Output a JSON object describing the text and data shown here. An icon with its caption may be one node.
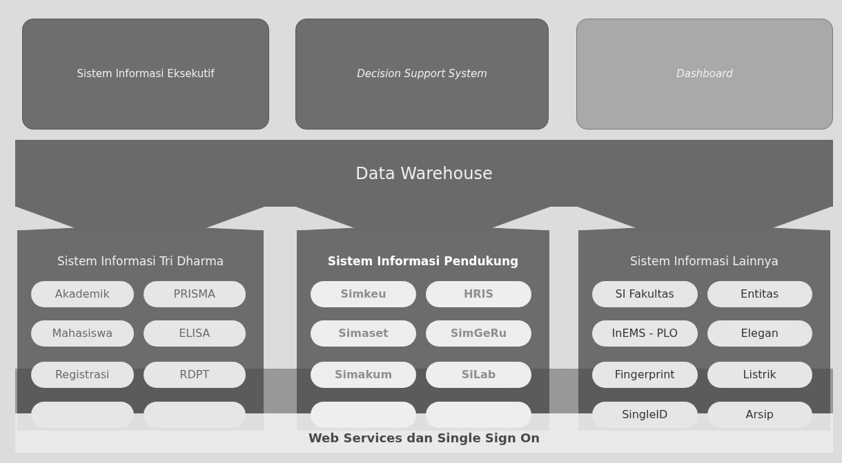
{
  "diagram": {
    "nodes": [
      {
        "text": [
          "Sistem Informasi Eksekutif"
        ]
      },
      {
        "text": [
          "Decision Support System"
        ]
      },
      {
        "text": [
          "Dashboard"
        ]
      },
      {
        "text": [
          "Data Warehouse"
        ]
      },
      {
        "text": [
          "Sistem Informasi Tri Dharma"
        ]
      },
      {
        "text": [
          "Akademik"
        ],
        "in": 4
      },
      {
        "text": [
          "PRISMA"
        ],
        "in": 4
      },
      {
        "text": [
          "Mahasiswa"
        ],
        "in": 4
      },
      {
        "text": [
          "ELISA"
        ],
        "in": 4
      },
      {
        "text": [
          "Registrasi"
        ],
        "in": 4
      },
      {
        "text": [
          "RDPT"
        ],
        "in": 4
      },
      {
        "text": [],
        "shape": "box"
      },
      {
        "text": [],
        "shape": "box"
      },
      {
        "text": [
          "Sistem Informasi Pendukung"
        ]
      },
      {
        "text": [
          "Simkeu"
        ],
        "in": 13
      },
      {
        "text": [
          "HRIS"
        ],
        "in": 13
      },
      {
        "text": [
          "Simaset"
        ],
        "in": 13
      },
      {
        "text": [
          "SimGeRu"
        ],
        "in": 13
      },
      {
        "text": [
          "Simakum"
        ],
        "in": 13
      },
      {
        "text": [
          "SiLab"
        ],
        "in": 13
      },
      {
        "text": [],
        "shape": "box"
      },
      {
        "text": [],
        "shape": "box"
      },
      {
        "text": [
          "Sistem Informasi Lainnya"
        ]
      },
      {
        "text": [
          "SI Fakultas"
        ],
        "in": 22
      },
      {
        "text": [
          "Entitas"
        ],
        "in": 22
      },
      {
        "text": [
          "InEMS - PLO"
        ],
        "in": 22
      },
      {
        "text": [
          "Elegan"
        ],
        "in": 22
      },
      {
        "text": [
          "Fingerprint"
        ],
        "in": 22
      },
      {
        "text": [
          "Listrik"
        ],
        "in": 22
      },
      {
        "text": [
          "SingleID"
        ]
      },
      {
        "text": [
          "Arsip"
        ]
      },
      {
        "text": [
          "Web Services dan Single Sign On"
        ]
      }
    ],
    "edges": [
      {
        "from": 4,
        "to": 3,
        "arrow": "none",
        "style": "thick"
      },
      {
        "from": 13,
        "to": 3,
        "arrow": "none",
        "style": "thick"
      },
      {
        "from": 22,
        "to": 3,
        "arrow": "none",
        "style": "thick"
      }
    ]
  }
}
